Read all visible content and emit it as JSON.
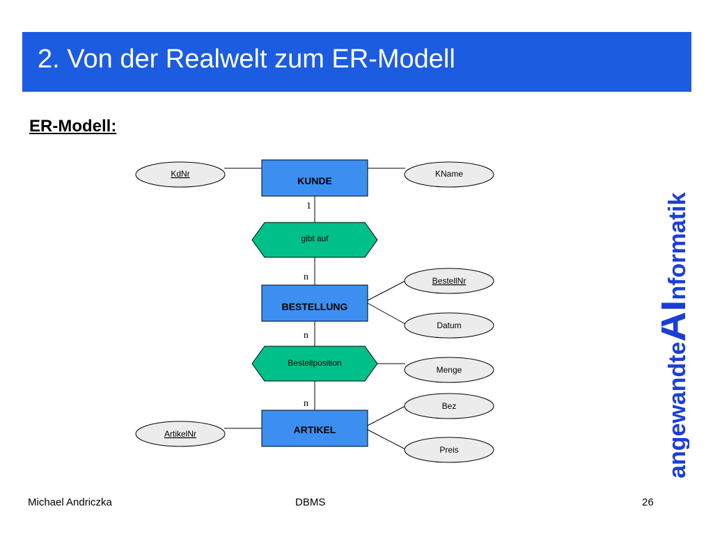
{
  "slide": {
    "title": "2. Von der Realwelt zum ER-Modell",
    "subtitle": "ER-Modell:",
    "logo_text_1": "angewandte",
    "logo_text_2": "AI",
    "logo_text_3": "nformatik"
  },
  "diagram": {
    "entities": [
      {
        "id": "kunde",
        "label": "KUNDE"
      },
      {
        "id": "bestellung",
        "label": "BESTELLUNG"
      },
      {
        "id": "artikel",
        "label": "ARTIKEL"
      }
    ],
    "relationships": [
      {
        "id": "gibt_auf",
        "label": "gibt auf"
      },
      {
        "id": "bestellposition",
        "label": "Bestellposition"
      }
    ],
    "attributes": [
      {
        "id": "kdnr",
        "label": "KdNr",
        "key": true
      },
      {
        "id": "kname",
        "label": "KName",
        "key": false
      },
      {
        "id": "bestellnr",
        "label": "BestellNr",
        "key": true
      },
      {
        "id": "datum",
        "label": "Datum",
        "key": false
      },
      {
        "id": "menge",
        "label": "Menge",
        "key": false
      },
      {
        "id": "bez",
        "label": "Bez",
        "key": false
      },
      {
        "id": "artikelnr",
        "label": "ArtikelNr",
        "key": true
      },
      {
        "id": "preis",
        "label": "Preis",
        "key": false
      }
    ],
    "cardinalities": [
      {
        "id": "c1",
        "label": "1"
      },
      {
        "id": "c2",
        "label": "n"
      },
      {
        "id": "c3",
        "label": "n"
      },
      {
        "id": "c4",
        "label": "n"
      }
    ],
    "colors": {
      "entity": "#3c8ff0",
      "relationship": "#00c08a",
      "attribute": "#ececec",
      "title_bar": "#1c5ce0",
      "logo": "#1c3ed8"
    }
  },
  "footer": {
    "author": "Michael Andriczka",
    "course": "DBMS",
    "page": "26"
  }
}
